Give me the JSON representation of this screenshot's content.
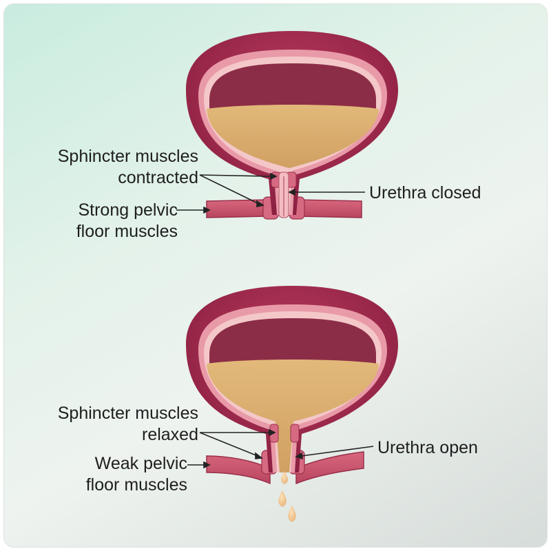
{
  "diagrams": [
    {
      "state": "closed",
      "labels": {
        "sphincter_line1": "Sphincter muscles",
        "sphincter_line2": "contracted",
        "pelvic_line1": "Strong pelvic",
        "pelvic_line2": "floor muscles",
        "urethra": "Urethra closed"
      }
    },
    {
      "state": "open",
      "labels": {
        "sphincter_line1": "Sphincter muscles",
        "sphincter_line2": "relaxed",
        "pelvic_line1": "Weak pelvic",
        "pelvic_line2": "floor muscles",
        "urethra": "Urethra open"
      }
    }
  ],
  "colors": {
    "bladder_outer": "#9c2a4c",
    "bladder_inner_wall": "#e69aa6",
    "bladder_lining": "#f3c3c5",
    "bladder_cavity": "#8e2f4a",
    "urine": "#d9ae72",
    "muscle": "#c9536c",
    "droplet": "#f0c592"
  }
}
